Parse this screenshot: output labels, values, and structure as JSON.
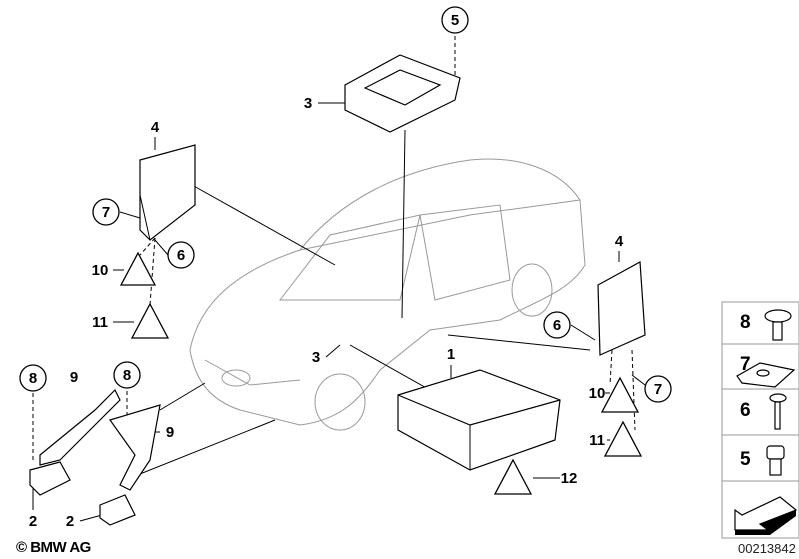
{
  "diagram": {
    "callouts": {
      "airbag_module_top": "5",
      "control_unit_top_label": "3",
      "bracket_left_label": "4",
      "clip_left": "7",
      "screw_left": "6",
      "warning_left_10": "10",
      "warning_left_11": "11",
      "screw_a": "8",
      "bracket_a": "9",
      "screw_b": "8",
      "bracket_b": "9",
      "sensor_a": "2",
      "sensor_b": "2",
      "control_unit_mid": "3",
      "main_unit": "1",
      "bracket_right_label": "4",
      "screw_right": "6",
      "clip_right": "7",
      "warning_right_10": "10",
      "warning_right_11": "11",
      "warning_12": "12"
    },
    "legend": [
      {
        "number": "8",
        "part": "collar-screw-icon"
      },
      {
        "number": "7",
        "part": "spring-nut-icon"
      },
      {
        "number": "6",
        "part": "tapping-screw-icon"
      },
      {
        "number": "5",
        "part": "socket-head-screw-icon"
      }
    ],
    "diagram_number": "00213842",
    "copyright": "© BMW AG"
  }
}
